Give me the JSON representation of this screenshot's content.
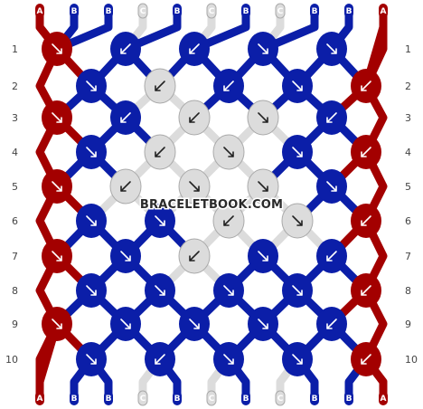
{
  "watermark": "BRACELETBOOK.COM",
  "rows": [
    "1",
    "2",
    "3",
    "4",
    "5",
    "6",
    "7",
    "8",
    "9",
    "10"
  ],
  "strands_top": [
    "A",
    "B",
    "B",
    "C",
    "B",
    "C",
    "B",
    "C",
    "B",
    "B",
    "A"
  ],
  "strands_bottom": [
    "A",
    "B",
    "B",
    "C",
    "B",
    "C",
    "B",
    "C",
    "B",
    "B",
    "A"
  ],
  "colors": {
    "A": "#a30000",
    "B": "#0b1ea8",
    "C": "#dcdcdc",
    "grid_line": "#bbbbbb",
    "arrow_on_dark": "#ffffff",
    "arrow_on_light": "#222222"
  },
  "knots": [
    [
      {
        "c": "A",
        "k": "dr"
      },
      {
        "c": "B",
        "k": "dl"
      },
      {
        "c": "B",
        "k": "dl"
      },
      {
        "c": "B",
        "k": "dr"
      },
      {
        "c": "B",
        "k": "dr"
      }
    ],
    [
      {
        "c": "B",
        "k": "dr"
      },
      {
        "c": "C",
        "k": "dl"
      },
      {
        "c": "B",
        "k": "dl"
      },
      {
        "c": "B",
        "k": "dr"
      },
      {
        "c": "A",
        "k": "dl"
      }
    ],
    [
      {
        "c": "A",
        "k": "dr"
      },
      {
        "c": "B",
        "k": "dl"
      },
      {
        "c": "C",
        "k": "dl"
      },
      {
        "c": "C",
        "k": "dr"
      },
      {
        "c": "B",
        "k": "dl"
      }
    ],
    [
      {
        "c": "B",
        "k": "dr"
      },
      {
        "c": "C",
        "k": "dl"
      },
      {
        "c": "C",
        "k": "dr"
      },
      {
        "c": "B",
        "k": "dr"
      },
      {
        "c": "A",
        "k": "dl"
      }
    ],
    [
      {
        "c": "A",
        "k": "dr"
      },
      {
        "c": "C",
        "k": "dl"
      },
      {
        "c": "C",
        "k": "dr"
      },
      {
        "c": "C",
        "k": "dr"
      },
      {
        "c": "B",
        "k": "dr"
      }
    ],
    [
      {
        "c": "B",
        "k": "dr"
      },
      {
        "c": "B",
        "k": "dr"
      },
      {
        "c": "C",
        "k": "dl"
      },
      {
        "c": "C",
        "k": "dr"
      },
      {
        "c": "A",
        "k": "dl"
      }
    ],
    [
      {
        "c": "A",
        "k": "dr"
      },
      {
        "c": "B",
        "k": "dr"
      },
      {
        "c": "C",
        "k": "dl"
      },
      {
        "c": "B",
        "k": "dr"
      },
      {
        "c": "B",
        "k": "dl"
      }
    ],
    [
      {
        "c": "B",
        "k": "dr"
      },
      {
        "c": "B",
        "k": "dr"
      },
      {
        "c": "B",
        "k": "dr"
      },
      {
        "c": "B",
        "k": "dr"
      },
      {
        "c": "A",
        "k": "dl"
      }
    ],
    [
      {
        "c": "A",
        "k": "dr"
      },
      {
        "c": "B",
        "k": "dr"
      },
      {
        "c": "B",
        "k": "dr"
      },
      {
        "c": "B",
        "k": "dr"
      },
      {
        "c": "B",
        "k": "dl"
      }
    ],
    [
      {
        "c": "B",
        "k": "dr"
      },
      {
        "c": "B",
        "k": "dl"
      },
      {
        "c": "B",
        "k": "dr"
      },
      {
        "c": "B",
        "k": "dr"
      },
      {
        "c": "A",
        "k": "dl"
      }
    ]
  ]
}
